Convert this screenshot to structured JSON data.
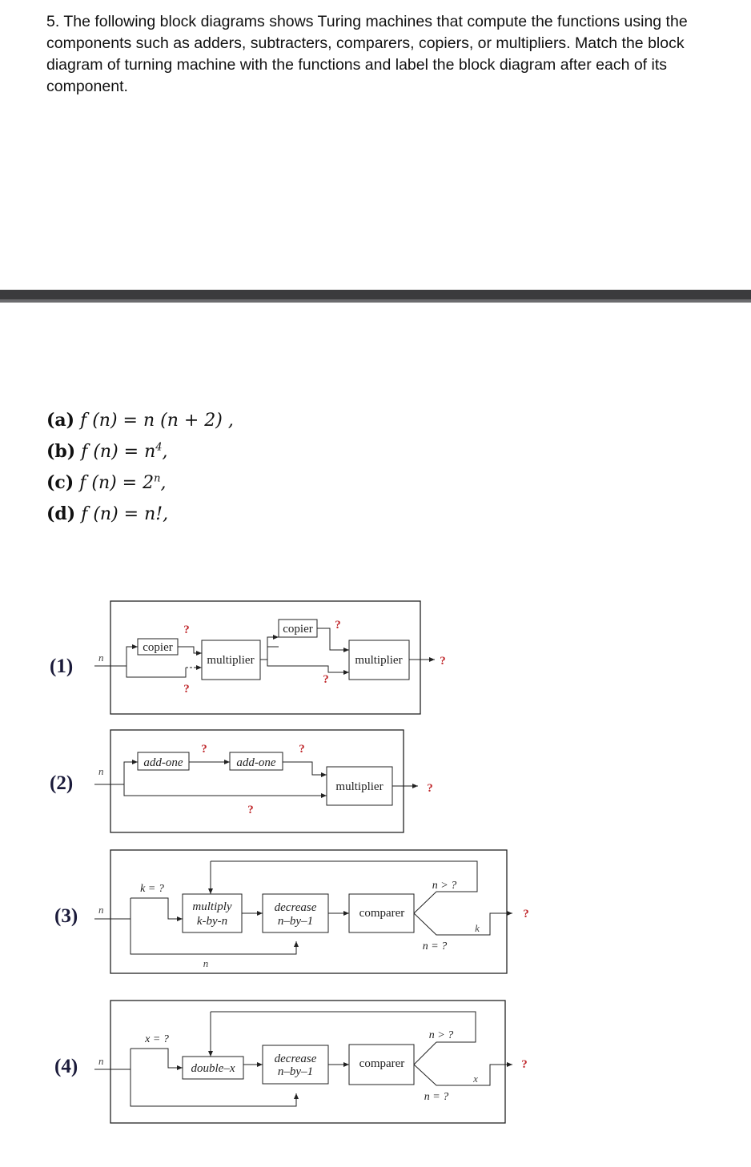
{
  "question": {
    "text": "5. The following block diagrams shows Turing machines that compute the functions using the components such as adders, subtracters, comparers, copiers, or multipliers. Match the block diagram of turning machine with the functions and label the block diagram after each of its component."
  },
  "functions": [
    {
      "label": "(a)",
      "expr": "f (n) = n (n + 2) ,"
    },
    {
      "label": "(b)",
      "expr_base": "f (n) = n",
      "expr_sup": "4",
      "expr_tail": ","
    },
    {
      "label": "(c)",
      "expr_base": "f (n) = 2",
      "expr_sup": "n",
      "expr_tail": ","
    },
    {
      "label": "(d)",
      "expr": "f (n) = n!,"
    }
  ],
  "diagrams": {
    "d1": {
      "label": "(1)",
      "input": "n",
      "copier1": "copier",
      "copier2": "copier",
      "multiplier1": "multiplier",
      "multiplier2": "multiplier",
      "q": "?"
    },
    "d2": {
      "label": "(2)",
      "input": "n",
      "add1": "add-one",
      "add2": "add-one",
      "multiplier": "multiplier",
      "q": "?"
    },
    "d3": {
      "label": "(3)",
      "input": "n",
      "init": "k = ?",
      "mult_l1": "multiply",
      "mult_l2": "k-by-n",
      "dec_l1": "decrease",
      "dec_l2": "n–by–1",
      "comparer": "comparer",
      "gt": "n > ?",
      "eq": "n = ?",
      "out_var": "k",
      "loop_var": "n",
      "q": "?"
    },
    "d4": {
      "label": "(4)",
      "input": "n",
      "init": "x = ?",
      "double": "double–x",
      "dec_l1": "decrease",
      "dec_l2": "n–by–1",
      "comparer": "comparer",
      "gt": "n > ?",
      "eq": "n = ?",
      "out_var": "x",
      "q": "?"
    }
  }
}
